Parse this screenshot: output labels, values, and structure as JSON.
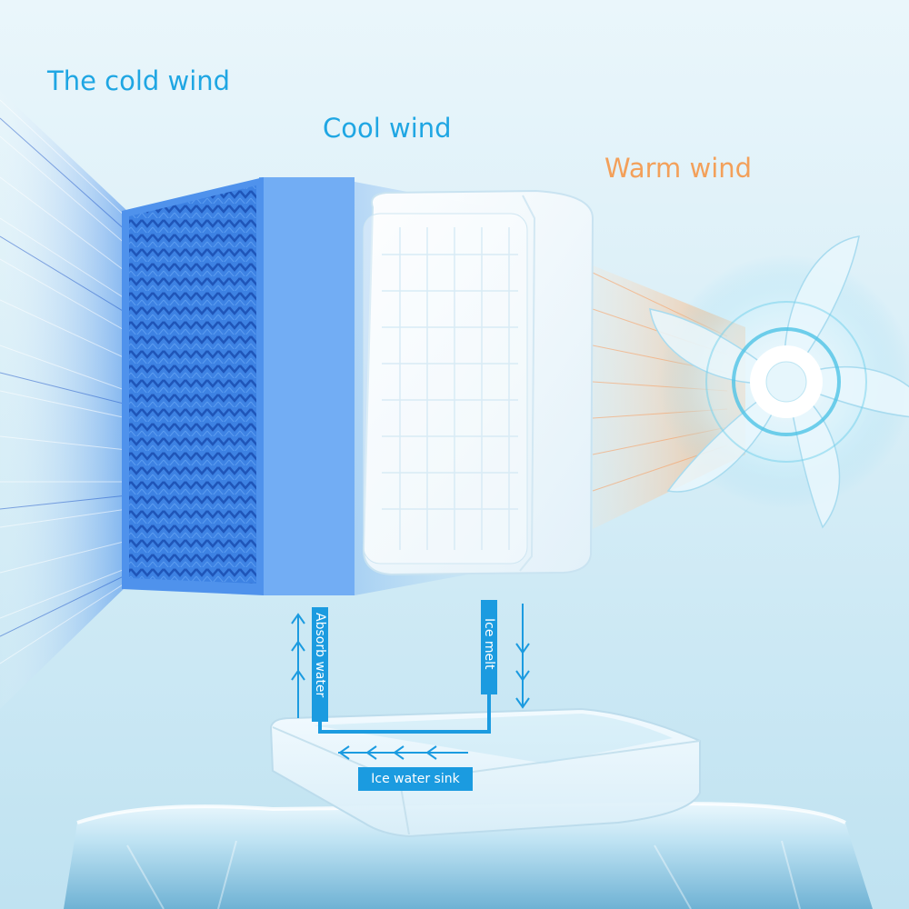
{
  "labels": {
    "cold_wind": "The cold wind",
    "cool_wind": "Cool wind",
    "warm_wind": "Warm wind",
    "absorb_water": "Absorb water",
    "ice_melt": "Ice melt",
    "ice_water_sink": "Ice water sink"
  },
  "colors": {
    "blue_text": "#1fa6e3",
    "orange_text": "#f3a05a",
    "tag_blue": "#1b9be0",
    "filter_blue": "#3b82e6",
    "filter_face": "#66a8f5"
  },
  "icons": [
    "cooling-filter-grid",
    "ice-box",
    "fan-icon",
    "water-tray",
    "ice-block",
    "arrow-up-icon",
    "arrow-down-icon",
    "arrow-left-icon"
  ]
}
